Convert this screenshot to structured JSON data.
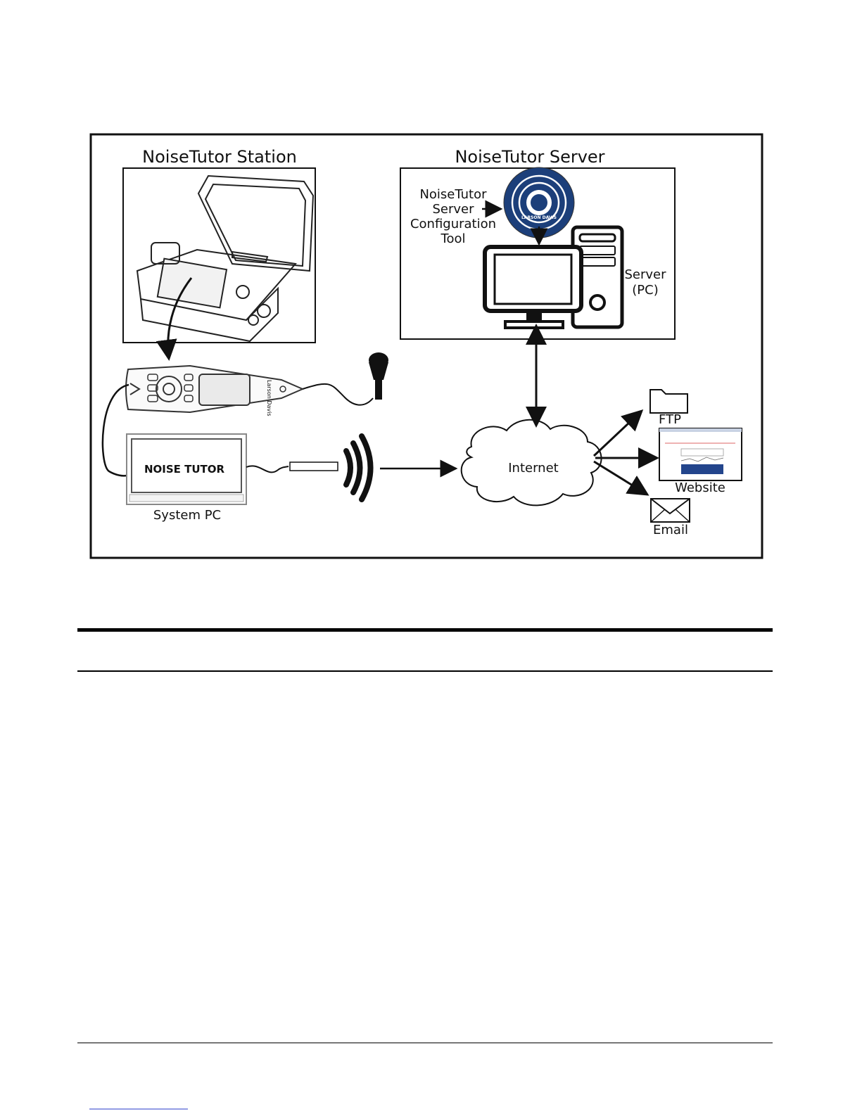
{
  "diagram": {
    "station": {
      "title": "NoiseTutor Station"
    },
    "server": {
      "title": "NoiseTutor Server"
    },
    "config_tool": {
      "line1": "NoiseTutor",
      "line2": "Server",
      "line3": "Configuration",
      "line4": "Tool"
    },
    "server_pc": {
      "line1": "Server",
      "line2": "(PC)"
    },
    "system_pc": {
      "label": "System PC",
      "screen_text": "NOISE TUTOR"
    },
    "meter": {
      "brand": "Larson Davis"
    },
    "cd": {
      "brand": "LARSON DAVIS"
    },
    "internet": {
      "label": "Internet"
    },
    "outputs": {
      "ftp": "FTP",
      "website": "Website",
      "email": "Email"
    }
  },
  "colors": {
    "cd_blue": "#1c3f7a",
    "line": "#111111",
    "link": "#3344cc"
  }
}
